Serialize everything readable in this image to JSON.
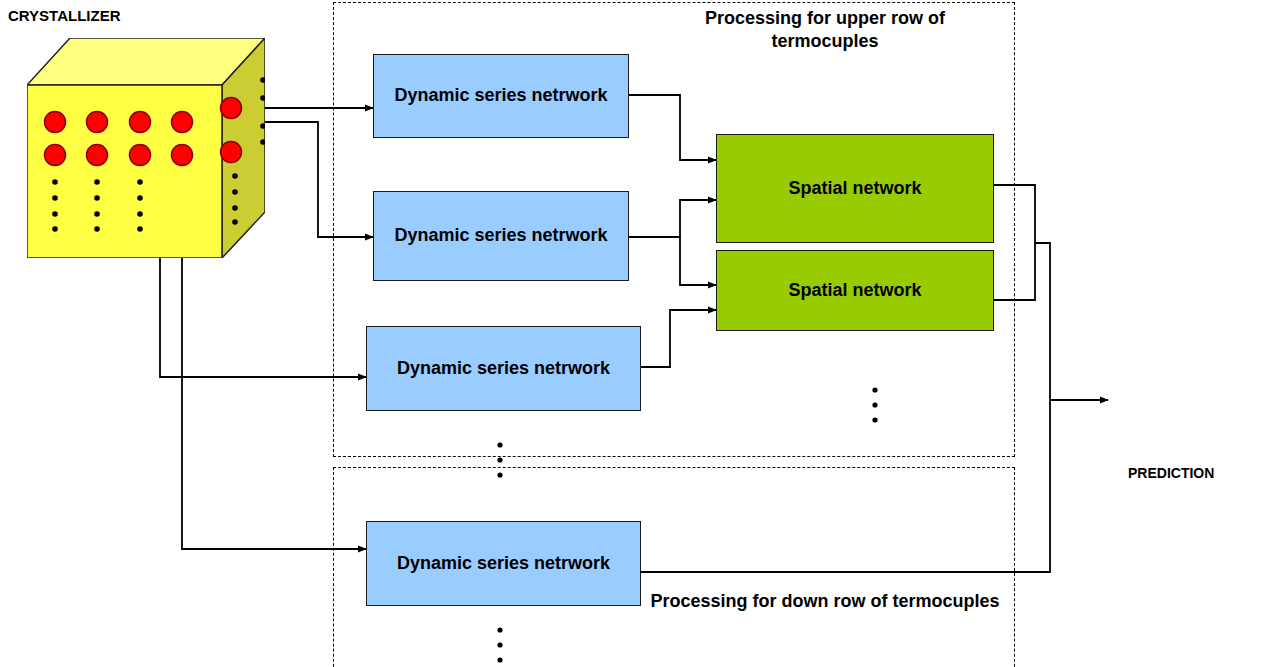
{
  "diagram": {
    "nodes": [
      {
        "text": [
          "CRYSTALLIZER"
        ]
      },
      {
        "text": [
          "Processing for upper row of termocuples"
        ]
      },
      {
        "text": [
          "Dynamic series netrwork"
        ],
        "in": 1
      },
      {
        "text": [
          "Spatial network"
        ],
        "in": 1
      },
      {
        "text": [
          "Dynamic series netrwork"
        ],
        "in": 1
      },
      {
        "text": [
          "Spatial network"
        ],
        "in": 1
      },
      {
        "text": [
          "Dynamic series netrwork"
        ],
        "in": 1
      },
      {
        "text": [
          "Processing for down row of termocuples"
        ]
      },
      {
        "text": [
          "Dynamic series netrwork"
        ],
        "in": 7
      }
    ],
    "edges": [
      {
        "from": 0,
        "to": 2,
        "arrow": "to"
      },
      {
        "from": 0,
        "to": 4,
        "arrow": "to"
      },
      {
        "from": 0,
        "to": 6,
        "arrow": "to"
      },
      {
        "from": 0,
        "to": 8,
        "arrow": "to"
      },
      {
        "from": 2,
        "to": 3,
        "arrow": "to"
      },
      {
        "from": 4,
        "to": 3,
        "arrow": "to"
      },
      {
        "from": 4,
        "to": 5,
        "arrow": "to"
      },
      {
        "from": 6,
        "to": 5,
        "arrow": "to"
      }
    ],
    "labels": [
      "PREDICTION"
    ]
  }
}
